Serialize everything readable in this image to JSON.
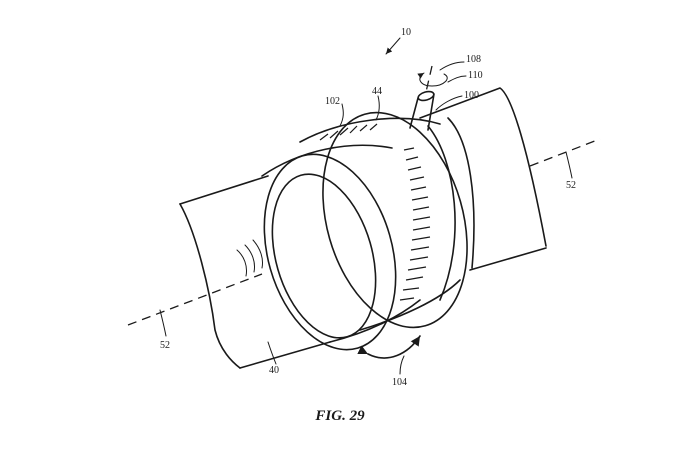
{
  "figure": {
    "caption": "FIG. 29",
    "labels": {
      "assembly": "10",
      "shaft_left": "40",
      "ring": "44",
      "axis_left": "52",
      "axis_right": "52",
      "stem": "100",
      "ring_face": "102",
      "rotation_ring": "104",
      "stem_axis": "108",
      "rotation_stem": "110"
    }
  }
}
